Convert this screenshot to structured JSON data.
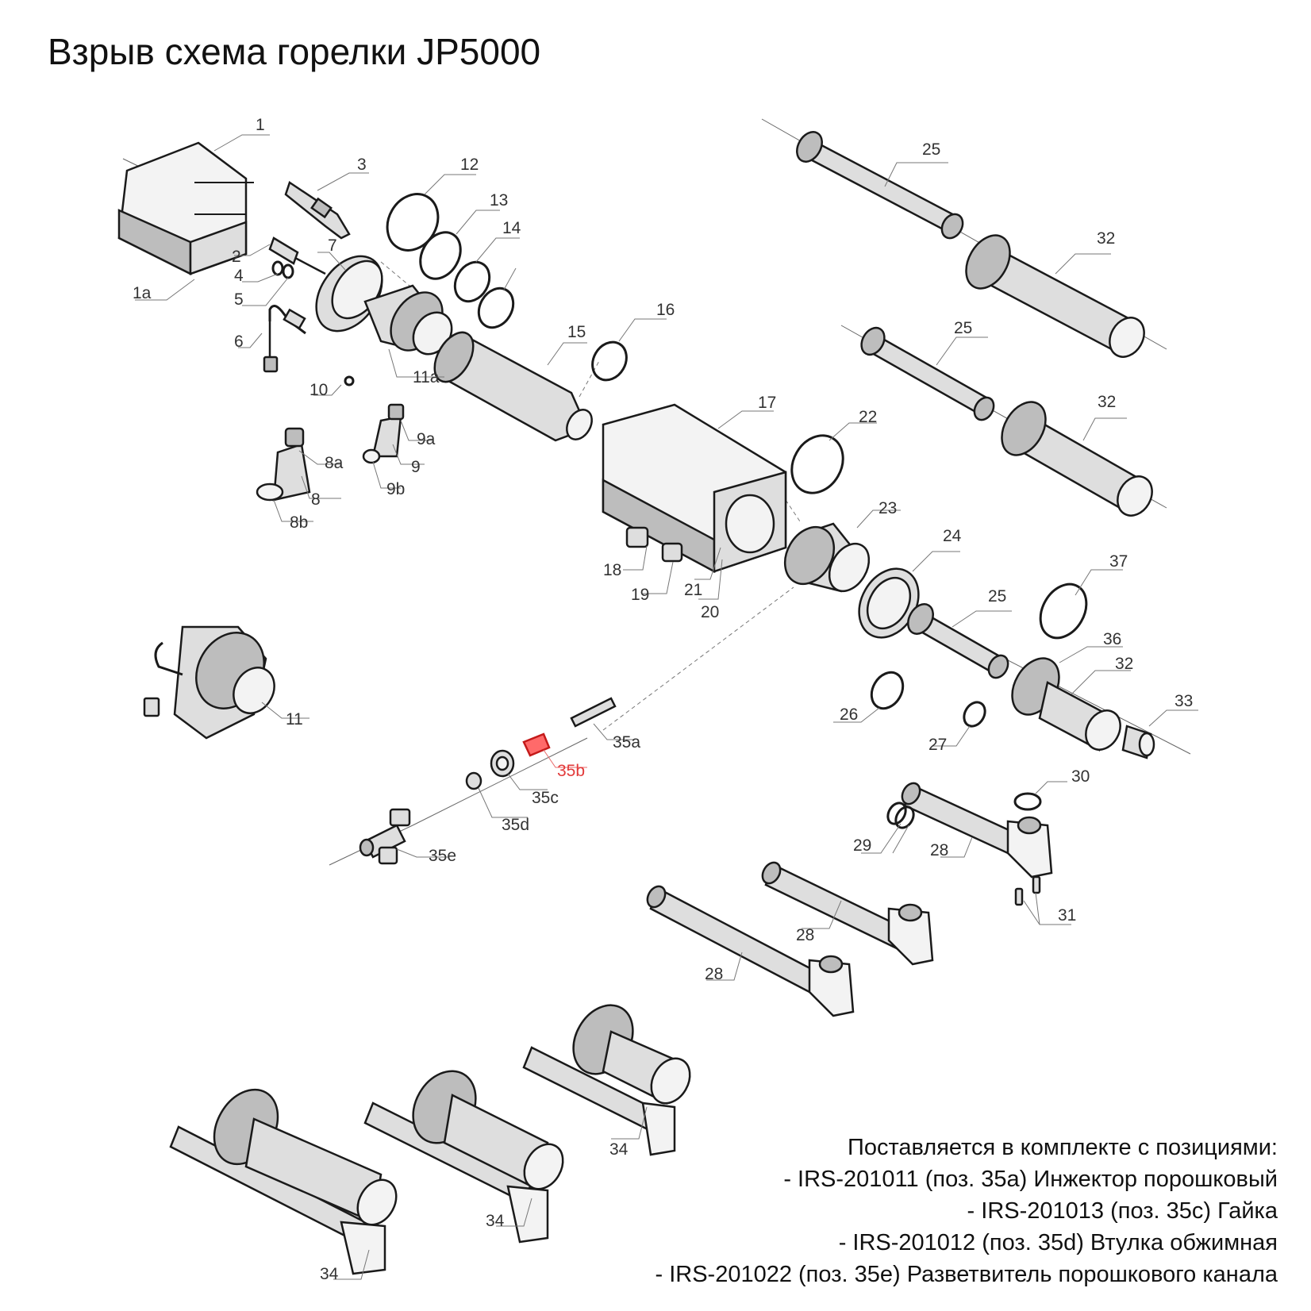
{
  "title": "Взрыв схема горелки JP5000",
  "highlight_color": "#e23a3a",
  "labels": {
    "p1": "1",
    "p1a": "1a",
    "p2": "2",
    "p3": "3",
    "p4": "4",
    "p5": "5",
    "p6": "6",
    "p7": "7",
    "p8": "8",
    "p8a": "8a",
    "p8b": "8b",
    "p9": "9",
    "p9a": "9a",
    "p9b": "9b",
    "p10": "10",
    "p11": "11",
    "p11a": "11a",
    "p12": "12",
    "p13": "13",
    "p14": "14",
    "p15": "15",
    "p16": "16",
    "p17": "17",
    "p18": "18",
    "p19": "19",
    "p20": "20",
    "p21": "21",
    "p22": "22",
    "p23": "23",
    "p24": "24",
    "p25a": "25",
    "p25b": "25",
    "p25c": "25",
    "p26": "26",
    "p27": "27",
    "p28a": "28",
    "p28b": "28",
    "p28c": "28",
    "p29": "29",
    "p30": "30",
    "p31": "31",
    "p32a": "32",
    "p32b": "32",
    "p32c": "32",
    "p33": "33",
    "p34a": "34",
    "p34b": "34",
    "p34c": "34",
    "p35a": "35a",
    "p35b": "35b",
    "p35c": "35c",
    "p35d": "35d",
    "p35e": "35e",
    "p36": "36",
    "p37": "37"
  },
  "notes": [
    "Поставляется в комплекте с позициями:",
    "- IRS-201011 (поз. 35a) Инжектор порошковый",
    "- IRS-201013 (поз. 35c) Гайка",
    "- IRS-201012 (поз. 35d) Втулка обжимная",
    "- IRS-201022 (поз. 35e) Разветвитель порошкового канала"
  ]
}
